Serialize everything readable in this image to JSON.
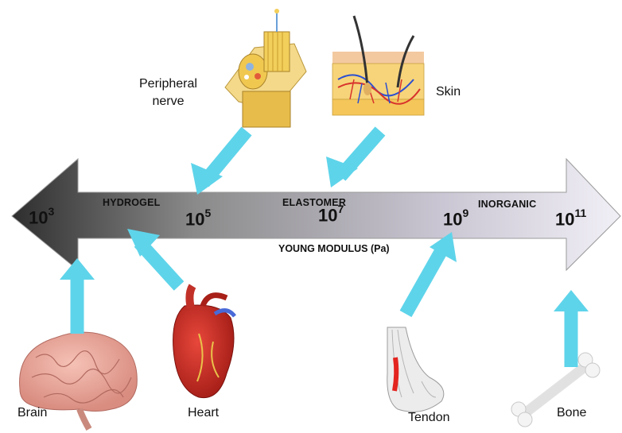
{
  "axis": {
    "title": "YOUNG MODULUS (Pa)",
    "gradient": [
      "#2e2e2e",
      "#8a8a8a",
      "#c9c5d2",
      "#f1eff6"
    ],
    "ticks": [
      {
        "base": "10",
        "exp": "3"
      },
      {
        "base": "10",
        "exp": "5"
      },
      {
        "base": "10",
        "exp": "7"
      },
      {
        "base": "10",
        "exp": "9"
      },
      {
        "base": "10",
        "exp": "11"
      }
    ]
  },
  "categories": [
    "HYDROGEL",
    "ELASTOMER",
    "INORGANIC"
  ],
  "tissues": {
    "peripheral_nerve": [
      "Peripheral",
      "nerve"
    ],
    "skin": "Skin",
    "brain": "Brain",
    "heart": "Heart",
    "tendon": "Tendon",
    "bone": "Bone"
  },
  "pointer_color": "#5ed4ea",
  "icons": [
    "nerve-illustration",
    "skin-illustration",
    "brain-illustration",
    "heart-illustration",
    "tendon-illustration",
    "bone-illustration"
  ]
}
